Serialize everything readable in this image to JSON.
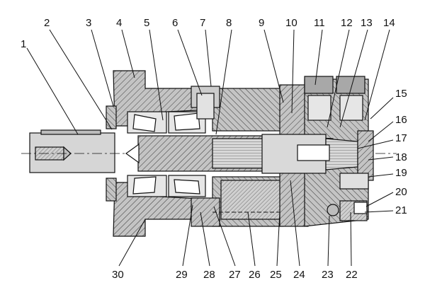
{
  "callouts": {
    "top": [
      "1",
      "2",
      "3",
      "4",
      "5",
      "6",
      "7",
      "8",
      "9",
      "10",
      "11",
      "12",
      "13",
      "14"
    ],
    "right": [
      "15",
      "16",
      "17",
      "18",
      "19",
      "20",
      "21"
    ],
    "bottom": [
      "30",
      "29",
      "28",
      "27",
      "26",
      "25",
      "24",
      "23",
      "22"
    ]
  },
  "colors": {
    "line": "#111111",
    "hatch": "#444444",
    "section_fill": "#b8b8b8",
    "light_fill": "#d9d9d9",
    "dark_fill": "#8a8a8a",
    "background": "#ffffff"
  }
}
